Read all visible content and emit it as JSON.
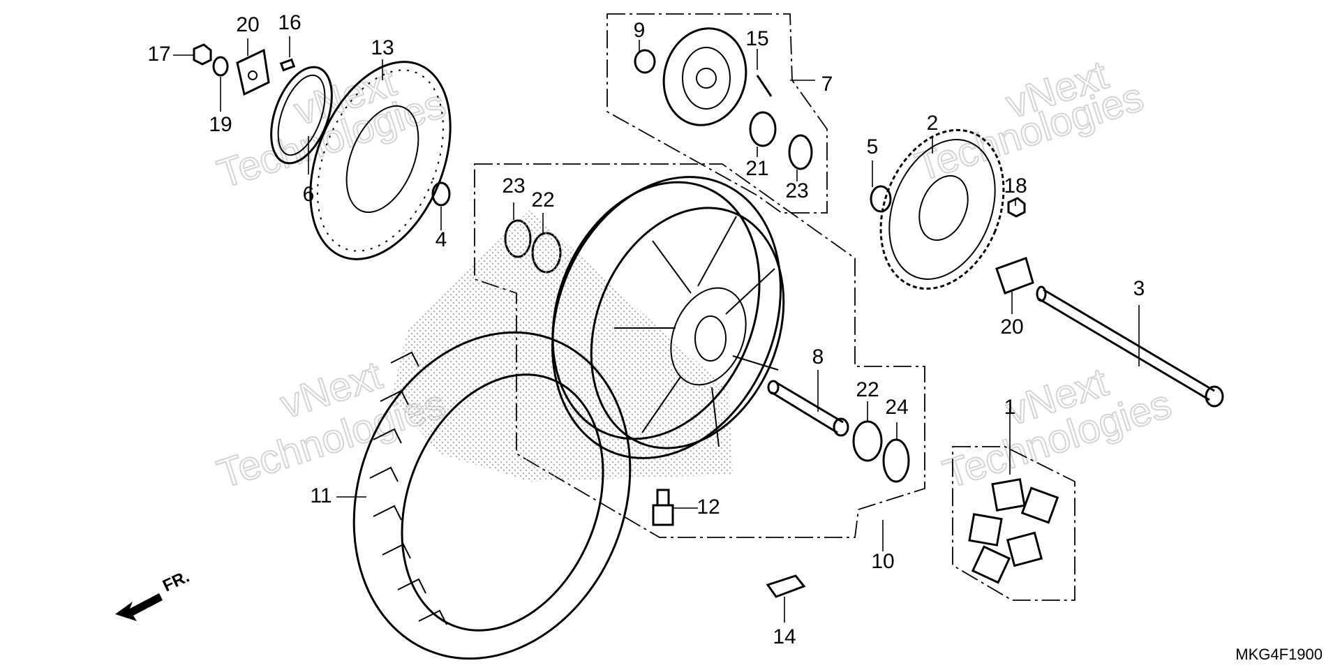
{
  "diagram": {
    "code": "MKG4F1900",
    "front_marker": "FR.",
    "watermark": {
      "line1": "vNext",
      "line2": "Technologies"
    },
    "callouts": {
      "c1": "1",
      "c2": "2",
      "c3": "3",
      "c4": "4",
      "c5": "5",
      "c6": "6",
      "c7": "7",
      "c8": "8",
      "c9": "9",
      "c10": "10",
      "c11": "11",
      "c12": "12",
      "c13": "13",
      "c14": "14",
      "c15": "15",
      "c16": "16",
      "c17": "17",
      "c18": "18",
      "c19": "19",
      "c20a": "20",
      "c20b": "20",
      "c21": "21",
      "c22a": "22",
      "c22b": "22",
      "c23a": "23",
      "c23b": "23",
      "c24": "24"
    }
  }
}
